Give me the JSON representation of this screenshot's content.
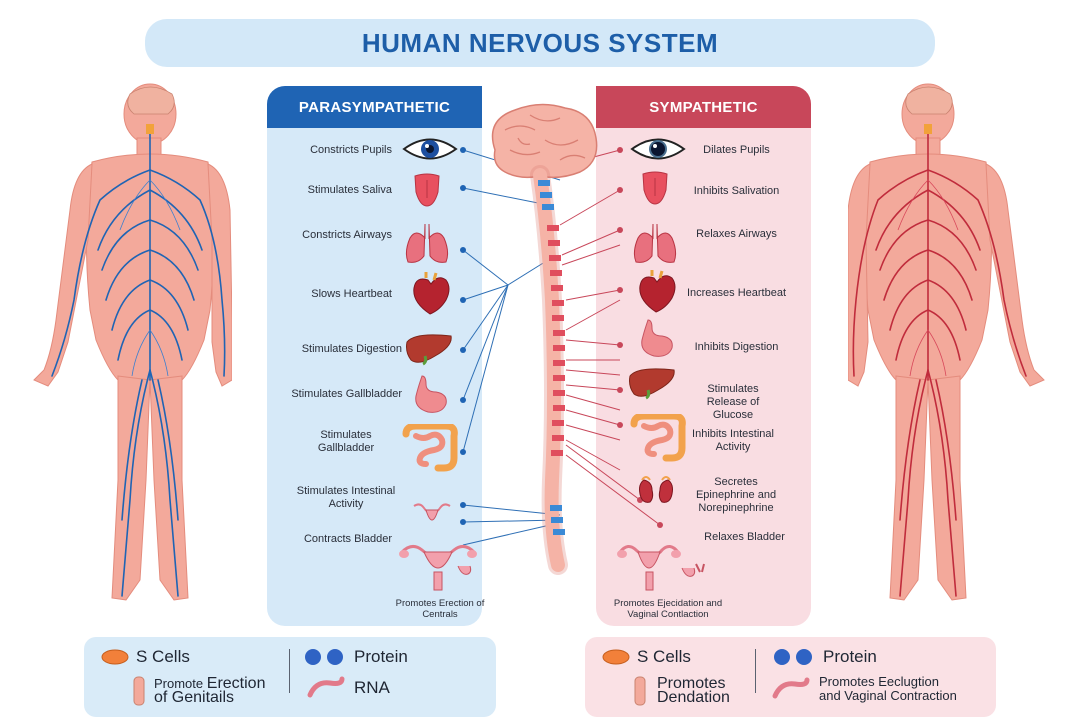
{
  "title": "HUMAN NERVOUS SYSTEM",
  "parasympathetic": {
    "header": "PARASYMPATHETIC",
    "items": [
      "Constricts Pupils",
      "Stimulates Saliva",
      "Constricts Airways",
      "Slows Heartbeat",
      "Stimulates Digestion",
      "Stimulates Gallbladder",
      "Stimulates Gallbladder",
      "Stimulates Intestinal Activity",
      "Contracts Bladder"
    ],
    "bottom_label": "Promotes Erection of Centrals"
  },
  "sympathetic": {
    "header": "SYMPATHETIC",
    "items": [
      "Dilates Pupils",
      "Inhibits Salivation",
      "Relaxes Airways",
      "Increases Heartbeat",
      "Inhibits Digestion",
      "Stimulates Release of Glucose",
      "Inhibits Intestinal Activity",
      "Secretes Epinephrine and Norepinephrine",
      "Relaxes Bladder"
    ],
    "bottom_label": "Promotes Ejecidation and Vaginal Contlaction"
  },
  "legend_left": {
    "cells": "S Cells",
    "protein": "Protein",
    "promote_small": "Promote",
    "promote_big": "Erection",
    "promote_line2": "of Genitails",
    "rna": "RNA"
  },
  "legend_right": {
    "cells": "S Cells",
    "protein": "Protein",
    "promotes_line1": "Promotes",
    "promotes_line2": "Dendation",
    "promotes_ec_line1": "Promotes Eeclugtion",
    "promotes_ec_line2": "and Vaginal Contraction"
  },
  "colors": {
    "parasympathetic": "#1f64b4",
    "sympathetic": "#c8475a",
    "skin": "#f4a89a"
  }
}
